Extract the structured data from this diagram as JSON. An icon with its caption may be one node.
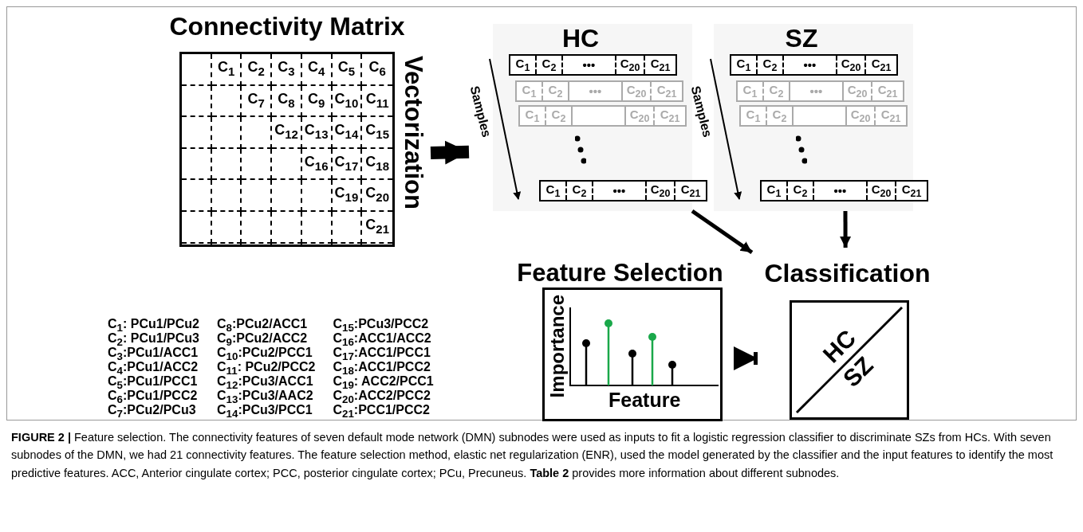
{
  "diagram": {
    "caption": "**FIGURE 2 |** Feature selection. The connectivity features of seven default mode network (DMN) subnodes were used as inputs to fit a logistic regression classifier to discriminate SZs from HCs. With seven subnodes of the DMN, we had 21 connectivity features. The feature selection method, elastic net regularization (ENR), used the model generated by the classifier and the input features to identify the most predictive features. ACC, Anterior cingulate cortex; PCC, posterior cingulate cortex; PCu, Precuneus. **Table 2** provides more information about different subnodes.",
    "nodes": [
      {
        "text": [
          "Connectivity Matrix",
          "C$_{1}$",
          "C$_{2}$",
          "C$_{3}$",
          "C$_{4}$",
          "C$_{5}$",
          "C$_{6}$",
          "C$_{7}$",
          "C$_{8}$",
          "C$_{9}$",
          "C$_{10}$",
          "C$_{11}$",
          "C$_{12}$",
          "C$_{13}$",
          "C$_{14}$",
          "C$_{15}$",
          "C$_{16}$",
          "C$_{17}$",
          "C$_{18}$",
          "C$_{19}$",
          "C$_{20}$",
          "C$_{21}$"
        ],
        "beside": [
          "Vectorization"
        ]
      },
      {
        "text": [
          "HC"
        ]
      },
      {
        "text": [
          "C$_{1}$",
          "C$_{2}$",
          "•••",
          "C$_{20}$",
          "C$_{21}$"
        ],
        "in": 1
      },
      {
        "text": [
          "C$_{1}$",
          "C$_{2}$",
          "•••",
          "C$_{20}$",
          "C$_{21}$"
        ],
        "in": 1
      },
      {
        "text": [
          "C$_{1}$",
          "C$_{2}$",
          "C$_{20}$",
          "C$_{21}$"
        ],
        "in": 1
      },
      {
        "text": [
          "C$_{1}$",
          "C$_{2}$",
          "•••",
          "C$_{20}$",
          "C$_{21}$"
        ],
        "in": 1
      },
      {
        "text": [
          "SZ"
        ]
      },
      {
        "text": [
          "C$_{1}$",
          "C$_{2}$",
          "•••",
          "C$_{20}$",
          "C$_{21}$"
        ],
        "in": 6
      },
      {
        "text": [
          "C$_{1}$",
          "C$_{2}$",
          "•••",
          "C$_{20}$",
          "C$_{21}$"
        ],
        "in": 6
      },
      {
        "text": [
          "C$_{1}$",
          "C$_{2}$",
          "C$_{20}$",
          "C$_{21}$"
        ],
        "in": 6
      },
      {
        "text": [
          "C$_{1}$",
          "C$_{2}$",
          "•••",
          "C$_{20}$",
          "C$_{21}$"
        ],
        "in": 6
      },
      {
        "text": [
          "Classification",
          "HC",
          "SZ"
        ]
      },
      {
        "text": [
          "Feature Selection",
          "Importance",
          "Feature"
        ]
      }
    ],
    "edges": [
      {
        "from": 0,
        "to": 1,
        "arrow": "to",
        "style": "thick"
      },
      {
        "from": 1,
        "to": 11,
        "arrow": "to"
      },
      {
        "from": 6,
        "to": 11,
        "arrow": "to"
      },
      {
        "from": 11,
        "to": 12,
        "arrow": "to",
        "style": "thick"
      }
    ],
    "labels": [
      "Samples",
      "Samples",
      "C$_{1}$: PCu1/PCu2",
      "C$_{2}$: PCu1/PCu3",
      "C$_{3}$:PCu1/ACC1",
      "C$_{4}$:PCu1/ACC2",
      "C$_{5}$:PCu1/PCC1",
      "C$_{6}$:PCu1/PCC2",
      "C$_{7}$:PCu2/PCu3",
      "C$_{8}$:PCu2/ACC1",
      "C$_{9}$:PCu2/ACC2",
      "C$_{10}$:PCu2/PCC1",
      "C$_{11}$: PCu2/PCC2",
      "C$_{12}$:PCu3/ACC1",
      "C$_{13}$:PCu3/AAC2",
      "C$_{14}$:PCu3/PCC1",
      "C$_{15}$:PCu3/PCC2",
      "C$_{16}$:ACC1/ACC2",
      "C$_{17}$:ACC1/PCC1",
      "C$_{18}$:ACC1/PCC2",
      "C$_{19}$: ACC2/PCC1",
      "C$_{20}$:ACC2/PCC2",
      "C$_{21}$:PCC1/PCC2"
    ]
  }
}
